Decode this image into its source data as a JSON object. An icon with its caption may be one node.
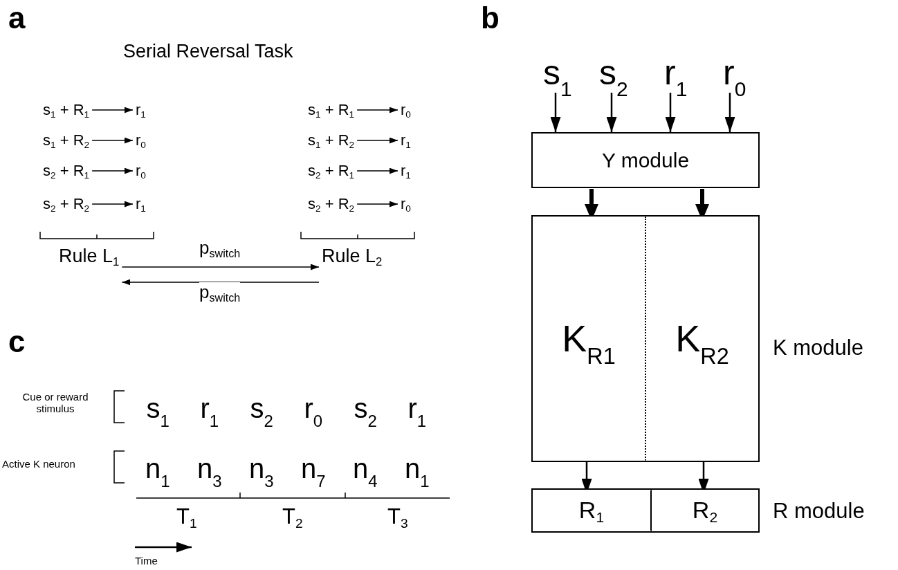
{
  "diagram": {
    "nodes": [
      {
        "text": [
          "s$_{1}$ + R$_{1}$"
        ]
      },
      {
        "text": [
          "r$_{1}$"
        ]
      },
      {
        "text": [
          "s$_{1}$ + R$_{2}$"
        ]
      },
      {
        "text": [
          "r$_{0}$"
        ]
      },
      {
        "text": [
          "s$_{2}$ + R$_{1}$"
        ]
      },
      {
        "text": [
          "r$_{0}$"
        ]
      },
      {
        "text": [
          "s$_{2}$ + R$_{2}$"
        ]
      },
      {
        "text": [
          "r$_{1}$"
        ]
      },
      {
        "text": [
          "s$_{1}$ + R$_{1}$"
        ]
      },
      {
        "text": [
          "r$_{0}$"
        ]
      },
      {
        "text": [
          "s$_{1}$ + R$_{2}$"
        ]
      },
      {
        "text": [
          "r$_{1}$"
        ]
      },
      {
        "text": [
          "s$_{2}$ + R$_{1}$"
        ]
      },
      {
        "text": [
          "r$_{1}$"
        ]
      },
      {
        "text": [
          "s$_{2}$ + R$_{2}$"
        ]
      },
      {
        "text": [
          "r$_{0}$"
        ]
      },
      {
        "text": [
          "Rule L$_{1}$"
        ]
      },
      {
        "text": [
          "Rule L$_{2}$"
        ]
      },
      {
        "text": [
          "s$_{1}$"
        ]
      },
      {
        "text": [
          "s$_{2}$"
        ]
      },
      {
        "text": [
          "r$_{1}$"
        ]
      },
      {
        "text": [
          "r$_{0}$"
        ]
      },
      {
        "text": [
          "Y module"
        ]
      },
      {
        "text": [],
        "shape": "box"
      },
      {
        "text": [
          "K$_{R1}$"
        ],
        "in": 23
      },
      {
        "text": [
          "K$_{R2}$"
        ],
        "in": 23
      },
      {
        "text": [],
        "shape": "box"
      },
      {
        "text": [
          "R$_{1}$"
        ],
        "in": 26
      },
      {
        "text": [
          "R$_{2}$"
        ],
        "in": 26
      }
    ],
    "edges": [
      {
        "from": 0,
        "to": 1,
        "arrow": "to"
      },
      {
        "from": 2,
        "to": 3,
        "arrow": "to"
      },
      {
        "from": 4,
        "to": 5,
        "arrow": "to"
      },
      {
        "from": 6,
        "to": 7,
        "arrow": "to"
      },
      {
        "from": 8,
        "to": 9,
        "arrow": "to"
      },
      {
        "from": 10,
        "to": 11,
        "arrow": "to"
      },
      {
        "from": 12,
        "to": 13,
        "arrow": "to"
      },
      {
        "from": 14,
        "to": 15,
        "arrow": "to"
      },
      {
        "from": 16,
        "to": 17,
        "arrow": "to",
        "label": "p$_{switch}$"
      },
      {
        "from": 17,
        "to": 16,
        "arrow": "to",
        "label": "p$_{switch}$"
      },
      {
        "from": 18,
        "to": 22,
        "arrow": "to"
      },
      {
        "from": 19,
        "to": 22,
        "arrow": "to"
      },
      {
        "from": 20,
        "to": 22,
        "arrow": "to"
      },
      {
        "from": 21,
        "to": 22,
        "arrow": "to"
      },
      {
        "from": 22,
        "to": 24,
        "arrow": "to",
        "style": "thick"
      },
      {
        "from": 22,
        "to": 25,
        "arrow": "to",
        "style": "thick"
      },
      {
        "from": 24,
        "to": 27,
        "arrow": "to"
      },
      {
        "from": 25,
        "to": 28,
        "arrow": "to"
      }
    ],
    "labels": [
      "a",
      "b",
      "Serial Reversal Task",
      "c",
      "Cue or reward stimulus",
      "s$_{1}$",
      "r$_{1}$",
      "s$_{2}$",
      "r$_{0}$",
      "s$_{2}$",
      "r$_{1}$",
      "Active K neuron",
      "n$_{1}$",
      "n$_{3}$",
      "n$_{3}$",
      "n$_{7}$",
      "n$_{4}$",
      "n$_{1}$",
      "T$_{1}$",
      "T$_{2}$",
      "T$_{3}$",
      "Time",
      "K module",
      "R module"
    ]
  }
}
